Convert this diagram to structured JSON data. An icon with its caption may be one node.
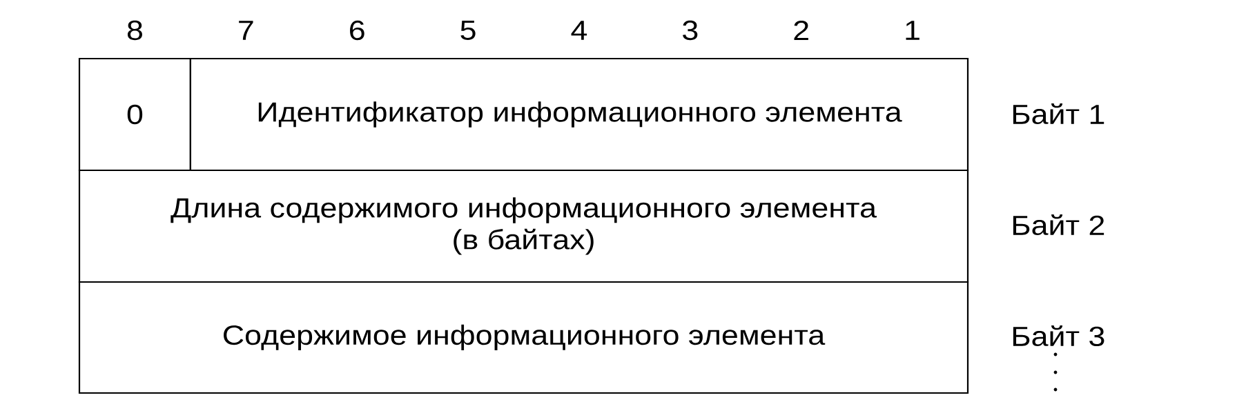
{
  "diagram": {
    "nodes": [
      {
        "text": [
          "0"
        ]
      },
      {
        "text": [
          "Идентификатор информационного элемента"
        ]
      },
      {
        "text": [
          "Длина содержимого информационного элемента (в байтах)"
        ]
      },
      {
        "text": [
          "Содержимое информационного элемента"
        ]
      }
    ],
    "labels": [
      "8",
      "7",
      "6",
      "5",
      "4",
      "3",
      "2",
      "1",
      "Байт 1",
      "Байт 2",
      "Байт 3"
    ]
  }
}
